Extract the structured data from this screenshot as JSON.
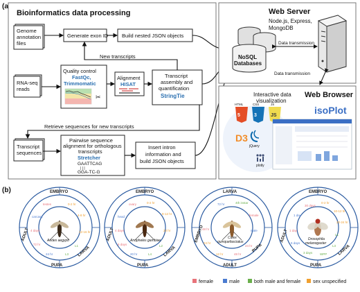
{
  "panel_a": {
    "label": "(a)",
    "title": "Bioinformatics data processing",
    "inputs": {
      "genome": [
        "Genome",
        "annotation",
        "files"
      ],
      "rnaseq": [
        "RNA-seq",
        "reads"
      ],
      "transcript": [
        "Transcript",
        "sequences"
      ]
    },
    "boxes": {
      "exon": "Generate exon ID",
      "json": "Build nested JSON objects",
      "qc_title": "Quality control",
      "qc_tools": "FastQc,",
      "qc_tools2": "Trimmomatic",
      "align_title": "Alignment",
      "align_tool": "HISAT",
      "asm_l1": "Transcript",
      "asm_l2": "assembly and",
      "asm_l3": "quantification",
      "asm_tool": "StringTie",
      "pair_l1": "Pairwise sequence",
      "pair_l2": "alignment for orthologous",
      "pair_l3": "transcripts",
      "pair_tool": "Stretcher",
      "pair_seq1": "GAATTCAG",
      "pair_seq2": "GGA-TC-G",
      "intron_l1": "Insert intron",
      "intron_l2": "information and",
      "intron_l3": "build JSON objects"
    },
    "edge_labels": {
      "new": "New transcripts",
      "retrieve": "Retrieve sequences for new transcripts",
      "dt1": "Data transmission",
      "dt2": "Data transmission"
    },
    "server": {
      "title": "Web Server",
      "tech": [
        "Node.js, Express,",
        "MongoDB"
      ]
    },
    "db": [
      "NoSQL",
      "Databases"
    ],
    "browser": {
      "title": "Web Browser",
      "sub": [
        "Interactive data",
        "visualization"
      ],
      "logos": [
        "HTML",
        "CSS",
        "JS",
        "D3",
        "jQuery",
        "plotly"
      ],
      "app": "isoPlot"
    }
  },
  "panel_b": {
    "label": "(b)",
    "species": [
      {
        "name": "Aedes aegypti",
        "outer": [
          "EMBRYO",
          "LARVA",
          "PUPA",
          "ADULT"
        ],
        "color": "#a0522d"
      },
      {
        "name": "Anopheles gambiae",
        "outer": [
          "EMBRYO",
          "LARVA",
          "PUPA",
          "ADULT"
        ],
        "color": "#8b4513"
      },
      {
        "name_l1": "Culex",
        "name_l2": "quinquefasciatus",
        "outer": [
          "LARVA",
          "PUPA",
          "ADULT",
          "EMBRYO"
        ],
        "color": "#b5651d"
      },
      {
        "name_l1": "Drosophila",
        "name_l2": "melanogaster",
        "outer": [
          "EMBRYO",
          "LARVA",
          "PUPA",
          "ADULT"
        ],
        "color": "#b08060"
      }
    ],
    "legend": [
      {
        "label": "female",
        "color": "#e8737a"
      },
      {
        "label": "male",
        "color": "#4a7bd0"
      },
      {
        "label": "both male and female",
        "color": "#6ab04c"
      },
      {
        "label": "sex unspecified",
        "color": "#f0a030"
      }
    ]
  }
}
